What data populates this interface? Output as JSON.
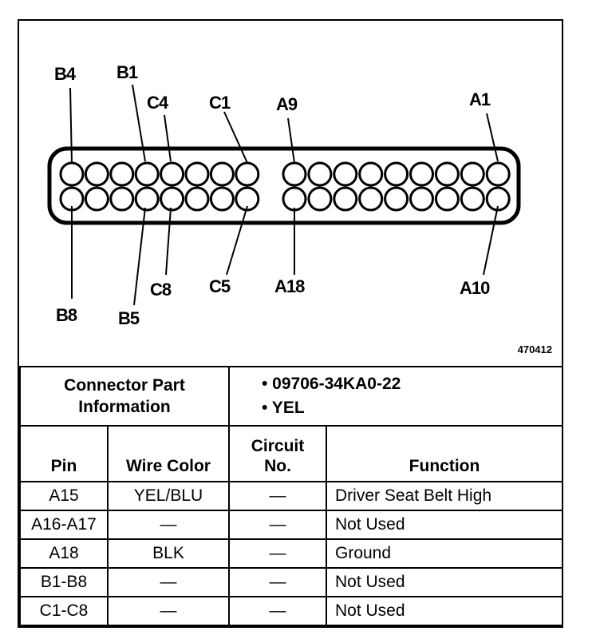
{
  "connector": {
    "pin_labels": {
      "B4": "B4",
      "B1": "B1",
      "C4": "C4",
      "C1": "C1",
      "A9": "A9",
      "A1": "A1",
      "B8": "B8",
      "B5": "B5",
      "C8": "C8",
      "C5": "C5",
      "A18": "A18",
      "A10": "A10"
    },
    "figure_number": "470412",
    "color": "#000000"
  },
  "info": {
    "label_line1": "Connector Part",
    "label_line2": "Information",
    "part_number": "• 09706-34KA0-22",
    "color_value": "• YEL"
  },
  "table": {
    "headers": {
      "pin": "Pin",
      "wire_color": "Wire Color",
      "circuit_line1": "Circuit",
      "circuit_line2": "No.",
      "function": "Function"
    },
    "rows": [
      {
        "pin": "A15",
        "wire_color": "YEL/BLU",
        "circuit": "—",
        "function": "Driver Seat Belt High"
      },
      {
        "pin": "A16-A17",
        "wire_color": "—",
        "circuit": "—",
        "function": "Not Used"
      },
      {
        "pin": "A18",
        "wire_color": "BLK",
        "circuit": "—",
        "function": "Ground"
      },
      {
        "pin": "B1-B8",
        "wire_color": "—",
        "circuit": "—",
        "function": "Not Used"
      },
      {
        "pin": "C1-C8",
        "wire_color": "—",
        "circuit": "—",
        "function": "Not Used"
      }
    ]
  }
}
